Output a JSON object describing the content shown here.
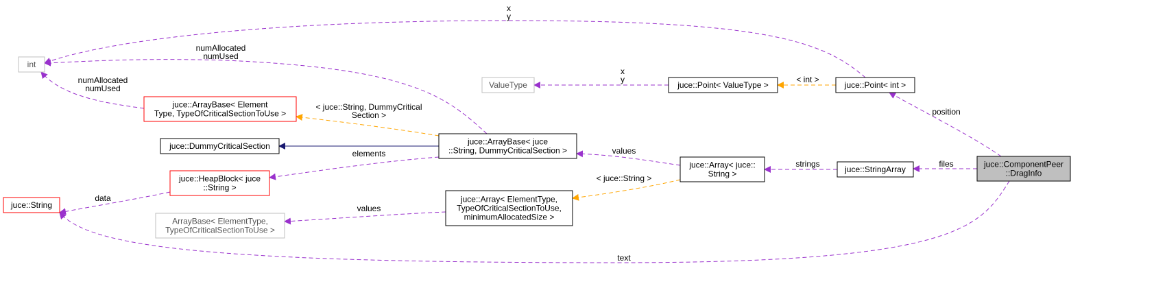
{
  "colors": {
    "border_black": "#000000",
    "border_red": "#ff0000",
    "border_gray": "#bfbfbf",
    "focus_fill": "#bfbfbf",
    "usage_edge": "#9a32cd",
    "template_edge": "#ffa500",
    "inherit_edge": "#191970"
  },
  "nodes": [
    {
      "id": "int",
      "lines": [
        "int"
      ],
      "border": "gray"
    },
    {
      "id": "arraybase-elementtype",
      "lines": [
        "juce::ArrayBase< Element",
        "Type, TypeOfCriticalSectionToUse >"
      ],
      "border": "red"
    },
    {
      "id": "dummy-critical-section",
      "lines": [
        "juce::DummyCriticalSection"
      ],
      "border": "black"
    },
    {
      "id": "heapblock-string",
      "lines": [
        "juce::HeapBlock< juce",
        "::String >"
      ],
      "border": "red"
    },
    {
      "id": "juce-string",
      "lines": [
        "juce::String"
      ],
      "border": "red"
    },
    {
      "id": "arraybase-elementtype-plain",
      "lines": [
        "ArrayBase< ElementType,",
        "TypeOfCriticalSectionToUse >"
      ],
      "border": "gray"
    },
    {
      "id": "valuetype",
      "lines": [
        "ValueType"
      ],
      "border": "gray"
    },
    {
      "id": "point-valuetype",
      "lines": [
        "juce::Point< ValueType >"
      ],
      "border": "black"
    },
    {
      "id": "arraybase-string",
      "lines": [
        "juce::ArrayBase< juce",
        "::String, DummyCriticalSection >"
      ],
      "border": "black"
    },
    {
      "id": "array-template",
      "lines": [
        "juce::Array< ElementType,",
        "TypeOfCriticalSectionToUse,",
        "minimumAllocatedSize >"
      ],
      "border": "black"
    },
    {
      "id": "array-string",
      "lines": [
        "juce::Array< juce::",
        "String >"
      ],
      "border": "black"
    },
    {
      "id": "point-int",
      "lines": [
        "juce::Point< int >"
      ],
      "border": "black"
    },
    {
      "id": "stringarray",
      "lines": [
        "juce::StringArray"
      ],
      "border": "black"
    },
    {
      "id": "draginfo",
      "lines": [
        "juce::ComponentPeer",
        "::DragInfo"
      ],
      "border": "black",
      "focus": true
    }
  ],
  "edges": [
    {
      "id": "point-int-to-int",
      "from": "point-int",
      "to": "int",
      "kind": "usage",
      "label": [
        "x",
        "y"
      ]
    },
    {
      "id": "arraybase-string-to-int",
      "from": "arraybase-string",
      "to": "int",
      "kind": "usage",
      "label": [
        "numAllocated",
        "numUsed"
      ]
    },
    {
      "id": "arraybase-elementtype-to-int",
      "from": "arraybase-elementtype",
      "to": "int",
      "kind": "usage",
      "label": [
        "numAllocated",
        "numUsed"
      ]
    },
    {
      "id": "arraybase-string-to-template",
      "from": "arraybase-string",
      "to": "arraybase-elementtype",
      "kind": "template",
      "label": [
        "< juce::String, DummyCritical",
        "Section >"
      ]
    },
    {
      "id": "arraybase-string-to-dummy",
      "from": "arraybase-string",
      "to": "dummy-critical-section",
      "kind": "inherit",
      "label": []
    },
    {
      "id": "arraybase-string-to-heapblock",
      "from": "arraybase-string",
      "to": "heapblock-string",
      "kind": "usage",
      "label": [
        "elements"
      ]
    },
    {
      "id": "heapblock-to-string",
      "from": "heapblock-string",
      "to": "juce-string",
      "kind": "usage",
      "label": [
        "data"
      ]
    },
    {
      "id": "array-template-to-arraybase",
      "from": "array-template",
      "to": "arraybase-elementtype-plain",
      "kind": "usage",
      "label": [
        "values"
      ]
    },
    {
      "id": "point-valuetype-to-valuetype",
      "from": "point-valuetype",
      "to": "valuetype",
      "kind": "usage",
      "label": [
        "x",
        "y"
      ]
    },
    {
      "id": "point-int-to-template",
      "from": "point-int",
      "to": "point-valuetype",
      "kind": "template",
      "label": [
        "< int >"
      ]
    },
    {
      "id": "array-string-to-arraybase",
      "from": "array-string",
      "to": "arraybase-string",
      "kind": "usage",
      "label": [
        "values"
      ]
    },
    {
      "id": "array-string-to-template",
      "from": "array-string",
      "to": "array-template",
      "kind": "template",
      "label": [
        "< juce::String >"
      ]
    },
    {
      "id": "stringarray-to-array",
      "from": "stringarray",
      "to": "array-string",
      "kind": "usage",
      "label": [
        "strings"
      ]
    },
    {
      "id": "draginfo-to-stringarray",
      "from": "draginfo",
      "to": "stringarray",
      "kind": "usage",
      "label": [
        "files"
      ]
    },
    {
      "id": "draginfo-to-point",
      "from": "draginfo",
      "to": "point-int",
      "kind": "usage",
      "label": [
        "position"
      ]
    },
    {
      "id": "draginfo-to-string",
      "from": "draginfo",
      "to": "juce-string",
      "kind": "usage",
      "label": [
        "text"
      ]
    }
  ]
}
